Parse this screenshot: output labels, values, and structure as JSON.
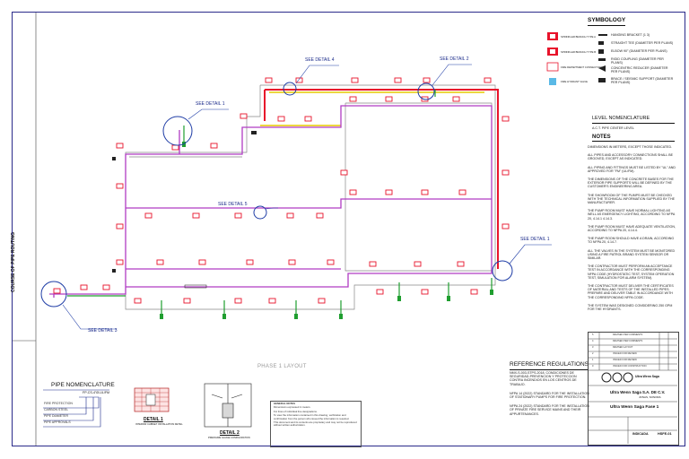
{
  "drawing": {
    "title": "PHASE 1 LAYOUT",
    "vertical_label": "COURSE OF PIPE ROUTING",
    "callouts": {
      "detail1_top": "SEE DETAIL 1",
      "detail1_right": "SEE DETAIL 1",
      "detail2": "SEE DETAIL 2",
      "detail3": "SEE DETAIL 3",
      "detail4": "SEE DETAIL 4",
      "detail5": "SEE DETAIL 5"
    },
    "colors": {
      "pipe_main": "#e8132b",
      "pipe_branch": "#b03cc4",
      "pipe_green": "#1f9e2f",
      "pipe_yellow": "#e6c800",
      "frame": "#2a2a8a"
    }
  },
  "symbology": {
    "title": "SYMBOLOGY",
    "left_items": [
      {
        "label": "SPRINKLER BRANCH TYPE A",
        "icon": "fire-cabinet-icon"
      },
      {
        "label": "SPRINKLER BRANCH TYPE B",
        "icon": "fire-cabinet-icon"
      },
      {
        "label": "FIRE DEPARTMENT CONNECTION",
        "icon": "fdc-icon"
      },
      {
        "label": "FIRE HYDRANT VALVE",
        "icon": "hydrant-icon"
      }
    ],
    "right_items": [
      "HANGING BRACKET (1 3)",
      "STRAIGHT TEE (DIAMETER PER PLANS)",
      "ELBOW 90° (DIAMETER PER PLANS)",
      "RIGID COUPLING (DIAMETER PER PLANS)",
      "CONCENTRIC REDUCER (DIAMETER PER PLANS)",
      "BRACE / SEISMIC SUPPORT (DIAMETER PER PLANS)"
    ]
  },
  "level_nomenclature": {
    "title": "LEVEL NOMENCLATURE",
    "text": "A.C.T.  PIPE CENTER LEVEL"
  },
  "notes": {
    "title": "NOTES",
    "items": [
      "DIMENSIONS IN METERS, EXCEPT THOSE INDICATED.",
      "ALL PIPES AND ACCESSORY CONNECTIONS SHALL BE GROOVED, EXCEPT AS INDICATED.",
      "ALL PIPING AND FITTINGS MUST BE LISTED BY \"UL\" AND APPROVED FOR \"FM\" (UL/FM).",
      "THE DIMENSIONS OF THE CONCRETE BASES FOR THE EXTERIOR PIPE SUPPORTS WILL BE DEFINED BY THE CUSTOMER'S ENGINEERING AREA.",
      "THE SHOWROOM OF THE PUMPS MUST BE CHECKED WITH THE TECHNICAL INFORMATION SUPPLIED BY THE MANUFACTURER.",
      "THE PUMP ROOM MUST HAVE NORMAL LIGHTING AS WELL AS EMERGENCY LIGHTING, ACCORDING TO NFPA 20, 4.14.1 4.14.3.",
      "THE PUMP ROOM MUST HAVE ADEQUATE VENTILATION, ACCORDING TO NFPA 20, 4.14.4.",
      "THE PUMP ROOM SHOULD HAVE A DRAIN, ACCORDING TO NFPA 20, 4.14.7.",
      "ALL THE VALVES IN THE SYSTEM MUST BE MONITORED USING A FIRE PATROL BRAND SYSTEM SENSOR OR SIMILAR.",
      "THE CONTRACTOR MUST PERFORM AN ACCEPTANCE TEST IN ACCORDANCE WITH THE CORRESPONDING NFPA CODE (HYDROSTATIC TEST, SYSTEM OPERATION TEST, SIMULATION FOR ALARM SYSTEM).",
      "THE CONTRACTOR MUST DELIVER THE CERTIFICATES OF MATERIAL AND TESTS OF THE INSTALLED PIPES. PREPARE AND DELIVER TABLE IN ACCORDANCE WITH THE CORRESPONDING NFPA CODE.",
      "THE SYSTEM WAS DESIGNED CONSIDERING 250 GPM FOR THE HYDRANTS."
    ]
  },
  "reference_regulations": {
    "title": "REFERENCE REGULATIONS",
    "items": [
      "NMX-S-003-STPS-2018, CONDICIONES DE SEGURIDAD-PREVENCION Y PROTECCION CONTRA INCENDIOS EN LOS CENTROS DE TRABAJO.",
      "NFPA 14 (2022) STANDARD FOR THE INSTALLATION OF STATIONARY PUMPS FOR FIRE PROTECTION.",
      "NFPA 24 (2022) STANDARD FOR THE INSTALLATION OF PRIVATE FIRE SERVICE MAINS AND THEIR APPURTENANCES."
    ]
  },
  "pipe_nomenclature": {
    "title": "PIPE NOMENCLATURE",
    "items": [
      "FIRE PROTECTION",
      "CARBON STEEL",
      "PIPE DIAMETER",
      "PIPE APPROVALS"
    ],
    "sample_label": "FP-CS-4\"Ø-UL/FM"
  },
  "details": {
    "detail1": {
      "title": "DETAIL 1",
      "subtitle": "INTERIOR CABINET INSTALLATION DETAIL"
    },
    "detail2": {
      "title": "DETAIL 2",
      "subtitle": "PRESSURE GAUGE CONFIGURATION"
    }
  },
  "general_notes": {
    "title": "GENERAL NOTES",
    "items": [
      "Dimensions expressed in meters.",
      "For lines of individual line designations.",
      "To view the information contained in this drawing, verification and confirmation from the person who issued the information is required.",
      "This document and its contents are proprietary and may not be reproduced without written authorization."
    ]
  },
  "title_block": {
    "client_name": "Ultra Wenn Saga S.A. DE C.V.",
    "client_city": "JONAS, SONORA",
    "project": "Ultra Wenn Saga Fase 1",
    "logo_text": "Ultra Wenn Saga",
    "sheet_code": "HSFE-01",
    "scale_label": "INDICADA",
    "revision_rows": [
      {
        "rev": "5",
        "desc": "REVISED PER COMMENTS"
      },
      {
        "rev": "4",
        "desc": "REVISED PER COMMENTS"
      },
      {
        "rev": "3",
        "desc": "REVISED LAYOUT"
      },
      {
        "rev": "2",
        "desc": "ISSUED FOR REVIEW"
      },
      {
        "rev": "1",
        "desc": "ISSUED FOR REVIEW"
      },
      {
        "rev": "0",
        "desc": "ISSUED FOR CONSTRUCTION"
      }
    ]
  }
}
